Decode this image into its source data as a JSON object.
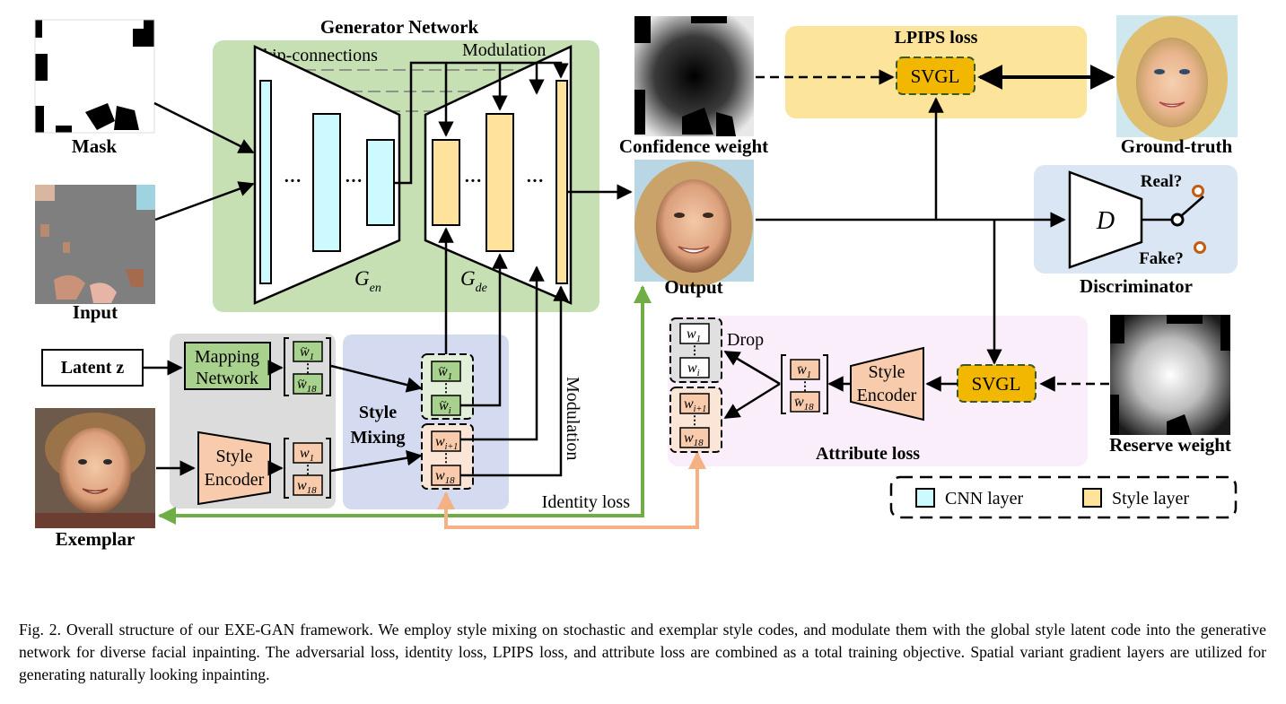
{
  "labels": {
    "generator_network": "Generator Network",
    "skip_connections": "Skip-connections",
    "modulation_top": "Modulation",
    "modulation_side": "Modulation",
    "g": "G",
    "en": "en",
    "de": "de",
    "ellipsis": "···",
    "mask": "Mask",
    "input": "Input",
    "confidence_weight": "Confidence weight",
    "output": "Output",
    "lpips_loss": "LPIPS loss",
    "svgl": "SVGL",
    "ground_truth": "Ground-truth",
    "real": "Real?",
    "fake": "Fake?",
    "d": "D",
    "discriminator": "Discriminator",
    "latent_z": "Latent z",
    "mapping_network": [
      "Mapping",
      "Network"
    ],
    "style_encoder": [
      "Style",
      "Encoder"
    ],
    "style_mixing": [
      "Style",
      "Mixing"
    ],
    "drop": "Drop",
    "attribute_loss": "Attribute loss",
    "reserve_weight": "Reserve weight",
    "exemplar": "Exemplar",
    "identity_loss": "Identity loss",
    "legend_cnn": "CNN layer",
    "legend_style": "Style layer",
    "vdots": "⋮"
  },
  "codes": {
    "w": "w",
    "sub_1": "1",
    "sub_18": "18",
    "sub_i": "i",
    "sub_i1": "i+1"
  },
  "colors": {
    "generator_bg": "#c6e0b4",
    "lpips_bg": "#fde49b",
    "discriminator_bg": "#dae6f4",
    "mapping_bg": "#dcdcdc",
    "style_mixing_bg": "#d4dbf1",
    "attribute_bg": "#fbeefb",
    "cnn_layer": "#ccfaff",
    "style_layer": "#ffe39c",
    "svgl_fill": "#f2b700",
    "green_box": "#a9d18e",
    "peach_box": "#f8cbad",
    "identity_arrow": "#70ad47",
    "attribute_arrow": "#f4b183",
    "switch_orange": "#c55a11"
  },
  "caption": "Fig. 2.  Overall structure of our EXE-GAN framework. We employ style mixing on stochastic and exemplar style codes, and modulate them with the global style latent code into the generative network for diverse facial inpainting. The adversarial loss, identity loss, LPIPS loss, and attribute loss are combined as a total training objective. Spatial variant gradient layers are utilized for generating naturally looking inpainting."
}
